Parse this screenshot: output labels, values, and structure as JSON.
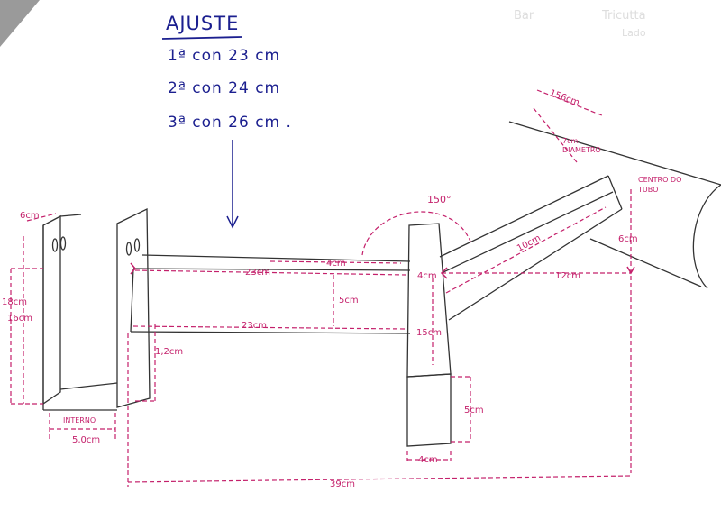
{
  "notes": {
    "title": "AJUSTE",
    "lines": [
      "1ª con 23 cm",
      "2ª con 24 cm",
      "3ª con 26 cm ."
    ]
  },
  "faint_text": [
    "Bar",
    "Tricutta",
    "Lado"
  ],
  "dimensions": {
    "plate_width": "6cm",
    "height_outer": "18cm",
    "height_inner": "16cm",
    "internal_label": "INTERNO",
    "internal_width": "5,0cm",
    "gap_top": "4cm",
    "bar_length_top": "23cm",
    "bar_height": "5cm",
    "bar_length_bottom": "23cm",
    "small_offset": "1,2cm",
    "angle": "150°",
    "post_width": "4cm",
    "post_height": "15cm",
    "arm_length": "10cm",
    "horizontal_to_tube": "12cm",
    "tube_offset": "6cm",
    "tube_center": "CENTRO DO TUBO",
    "tube_length": "156cm",
    "tube_diameter": "7cm DIAMETRO",
    "foot_height": "5cm",
    "foot_width": "4cm",
    "total_length": "39cm"
  },
  "colors": {
    "pencil": "#333333",
    "dimension": "#c4206b",
    "ink": "#1b1f8f"
  }
}
